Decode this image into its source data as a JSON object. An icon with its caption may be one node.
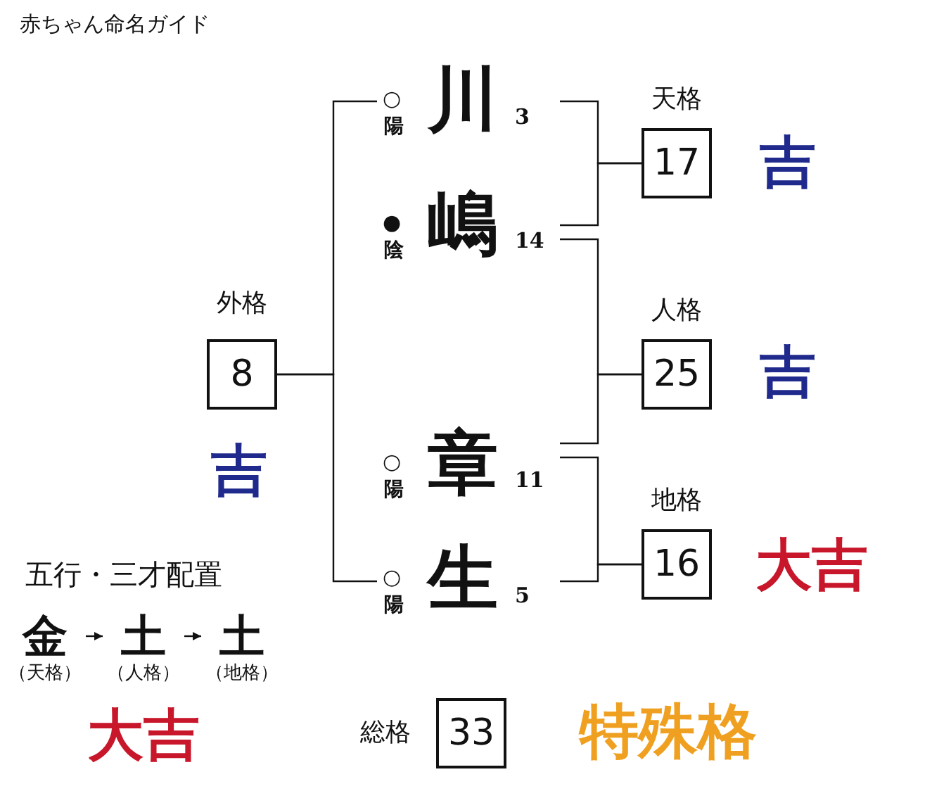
{
  "diagram": {
    "title": "赤ちゃん命名ガイド",
    "nodes": [
      {
        "text": [
          "川"
        ],
        "beside": [
          "○",
          "陽",
          "3"
        ]
      },
      {
        "text": [
          "嶋"
        ],
        "beside": [
          "●",
          "陰",
          "14"
        ]
      },
      {
        "text": [
          "章"
        ],
        "beside": [
          "○",
          "陽",
          "11"
        ]
      },
      {
        "text": [
          "生"
        ],
        "beside": [
          "○",
          "陽",
          "5"
        ]
      },
      {
        "text": [
          "外格",
          "8"
        ],
        "beside": [
          "吉"
        ]
      },
      {
        "text": [
          "天格",
          "17"
        ],
        "beside": [
          "吉"
        ]
      },
      {
        "text": [
          "人格",
          "25"
        ],
        "beside": [
          "吉"
        ]
      },
      {
        "text": [
          "地格",
          "16"
        ],
        "beside": [
          "大吉"
        ]
      },
      {
        "text": [
          "総格",
          "33"
        ],
        "beside": [
          "特殊格"
        ]
      },
      {
        "text": [
          "金"
        ],
        "beside": [
          "（天格）"
        ]
      },
      {
        "text": [
          "土"
        ],
        "beside": [
          "（人格）"
        ]
      },
      {
        "text": [
          "土"
        ],
        "beside": [
          "（地格）"
        ]
      }
    ],
    "edges": [
      {
        "from": 0,
        "to": 5,
        "arrow": "none"
      },
      {
        "from": 1,
        "to": 5,
        "arrow": "none"
      },
      {
        "from": 1,
        "to": 6,
        "arrow": "none"
      },
      {
        "from": 2,
        "to": 6,
        "arrow": "none"
      },
      {
        "from": 2,
        "to": 7,
        "arrow": "none"
      },
      {
        "from": 3,
        "to": 7,
        "arrow": "none"
      },
      {
        "from": 0,
        "to": 4,
        "arrow": "none"
      },
      {
        "from": 3,
        "to": 4,
        "arrow": "none"
      },
      {
        "from": 9,
        "to": 10,
        "arrow": "to"
      },
      {
        "from": 10,
        "to": 11,
        "arrow": "to"
      }
    ],
    "labels": [
      "五行・三才配置",
      "大吉"
    ]
  }
}
